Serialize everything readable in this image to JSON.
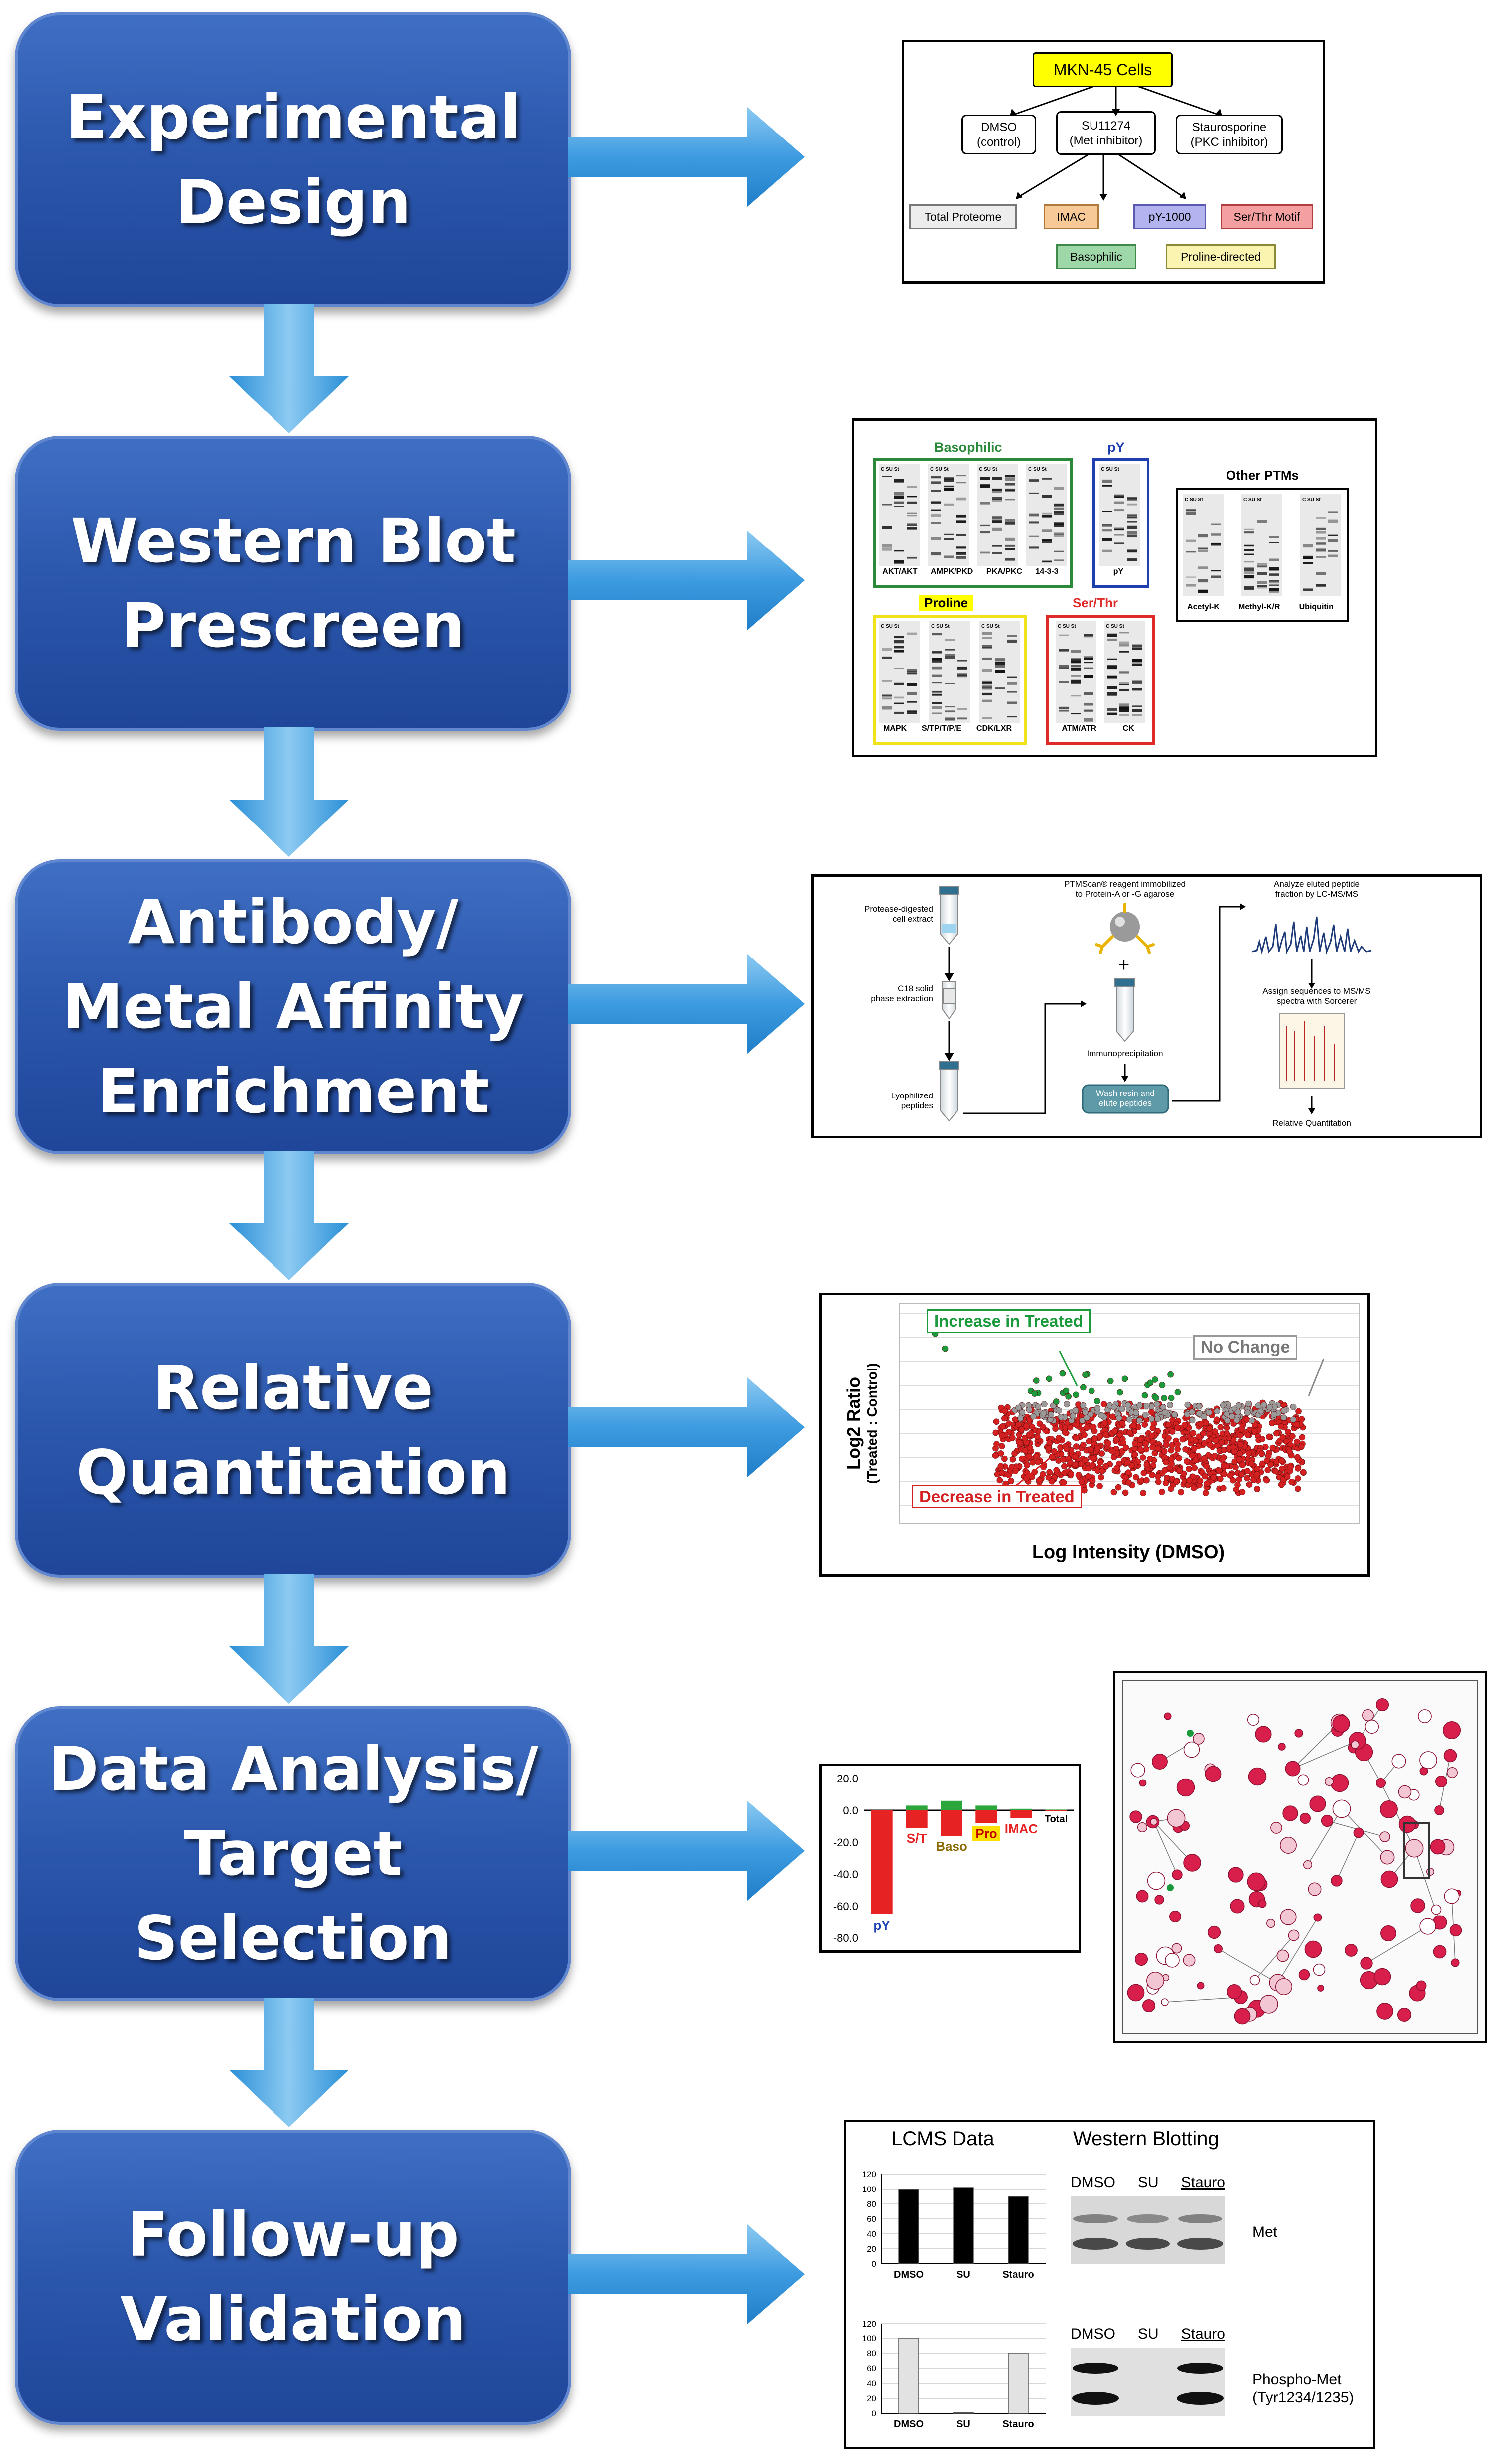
{
  "steps": [
    {
      "lines": [
        "Experimental",
        "Design"
      ]
    },
    {
      "lines": [
        "Western Blot",
        "Prescreen"
      ]
    },
    {
      "lines": [
        "Antibody/",
        "Metal Affinity",
        "Enrichment"
      ]
    },
    {
      "lines": [
        "Relative",
        "Quantitation"
      ]
    },
    {
      "lines": [
        "Data Analysis/",
        "Target",
        "Selection"
      ]
    },
    {
      "lines": [
        "Follow-up",
        "Validation"
      ]
    }
  ],
  "design": {
    "top": "MKN-45 Cells",
    "dmso": [
      "DMSO",
      "(control)"
    ],
    "su": [
      "SU11274",
      "(Met inhibitor)"
    ],
    "stauro": [
      "Staurosporine",
      "(PKC inhibitor)"
    ],
    "row1": [
      "Total Proteome",
      "IMAC",
      "pY-1000",
      "Ser/Thr Motif"
    ],
    "row2": [
      "Basophilic",
      "Proline-directed"
    ]
  },
  "western": {
    "basophilic": "Basophilic",
    "basophilic_blots": [
      "AKT/AKT",
      "AMPK/PKD",
      "PKA/PKC",
      "14-3-3"
    ],
    "py_title": "pY",
    "py_blot": "pY",
    "other_title": "Other PTMs",
    "other_blots": [
      "Acetyl-K",
      "Methyl-K/R",
      "Ubiquitin"
    ],
    "proline": "Proline",
    "proline_blots": [
      "MAPK",
      "S/TP/T/P/E",
      "CDK/LXR"
    ],
    "serthr": "Ser/Thr",
    "serthr_blots": [
      "ATM/ATR",
      "CK"
    ],
    "lane_hdr": "C SU St"
  },
  "enrichment": {
    "protease": [
      "Protease-digested",
      "cell extract"
    ],
    "c18": [
      "C18 solid",
      "phase extraction"
    ],
    "lyoph": [
      "Lyophilized",
      "peptides"
    ],
    "ptmscan": [
      "PTMScan® reagent immobilized",
      "to Protein-A or -G agarose"
    ],
    "plus": "+",
    "ip": "Immunoprecipitation",
    "wash": [
      "Wash resin and",
      "elute peptides"
    ],
    "analyze": [
      "Analyze eluted peptide",
      "fraction by LC-MS/MS"
    ],
    "assign": [
      "Assign sequences to MS/MS",
      "spectra with Sorcerer"
    ],
    "relq": "Relative Quantitation"
  },
  "quant": {
    "ylabel1": "Log2 Ratio",
    "ylabel2": "(Treated : Control)",
    "xlabel": "Log Intensity (DMSO)",
    "increase": "Increase in Treated",
    "nochange": "No Change",
    "decrease": "Decrease in Treated",
    "colors": {
      "up": "#1a9a3a",
      "none": "#9a9a9a",
      "down": "#d42020"
    }
  },
  "analysis": {
    "chart_data": {
      "type": "bar",
      "categories": [
        "pY",
        "S/T",
        "Baso",
        "Pro",
        "IMAC",
        "Total"
      ],
      "ylim": [
        -80,
        20
      ],
      "yticks": [
        "20.0",
        "0.0",
        "-20.0",
        "-40.0",
        "-60.0",
        "-80.0"
      ],
      "series": [
        {
          "values": [
            0,
            3,
            6,
            3,
            1,
            0.5
          ]
        },
        {
          "values": [
            -65,
            -11,
            -16,
            -8,
            -5,
            -0.5
          ]
        }
      ],
      "colors": {
        "up": "#2aa63a",
        "down": "#e62222",
        "label_up": "#1a3fb0",
        "label_down": "#e62222",
        "badge": "#ffe100"
      }
    }
  },
  "validation": {
    "lcms": "LCMS Data",
    "western": "Western Blotting",
    "lanes": [
      "DMSO",
      "SU",
      "Stauro"
    ],
    "met": "Met",
    "phospho": [
      "Phospho-Met",
      "(Tyr1234/1235)"
    ],
    "chart_data": [
      {
        "type": "bar",
        "categories": [
          "DMSO",
          "SU",
          "Stauro"
        ],
        "values": [
          100,
          102,
          90
        ],
        "ylim": [
          0,
          120
        ],
        "yticks": [
          "120",
          "100",
          "80",
          "60",
          "40",
          "20",
          "0"
        ]
      },
      {
        "type": "bar",
        "categories": [
          "DMSO",
          "SU",
          "Stauro"
        ],
        "values": [
          100,
          1,
          80
        ],
        "ylim": [
          0,
          120
        ],
        "yticks": [
          "120",
          "100",
          "80",
          "60",
          "40",
          "20",
          "0"
        ]
      }
    ]
  }
}
